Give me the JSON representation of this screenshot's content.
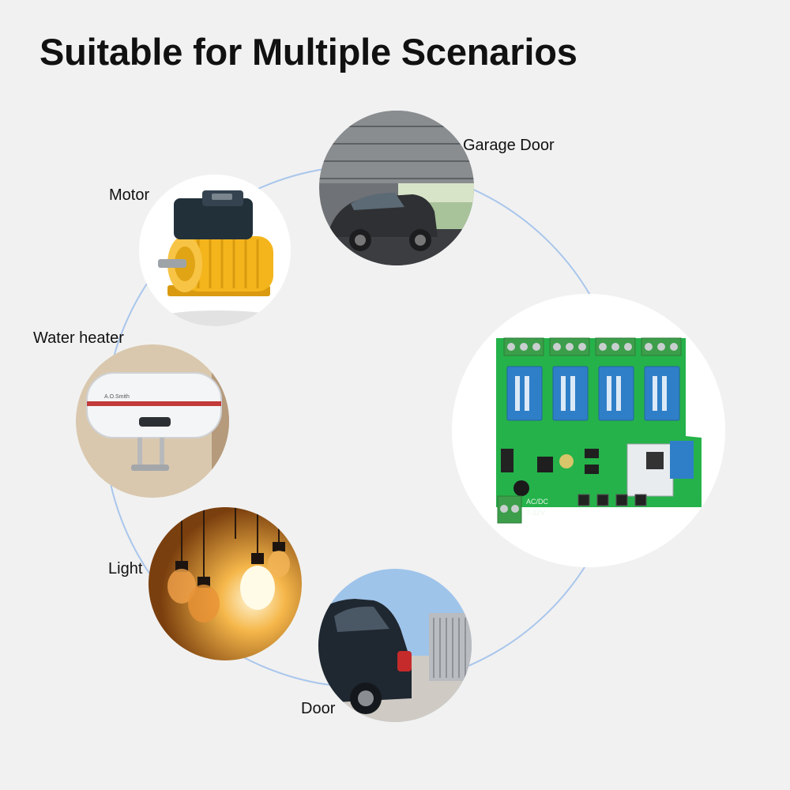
{
  "title": "Suitable for Multiple Scenarios",
  "scenarios": {
    "motor": {
      "label": "Motor",
      "icon": "motor-icon"
    },
    "garage_door": {
      "label": "Garage Door",
      "icon": "garage-door-icon"
    },
    "water_heater": {
      "label": "Water heater",
      "icon": "water-heater-icon"
    },
    "light": {
      "label": "Light",
      "icon": "light-bulb-icon"
    },
    "door": {
      "label": "Door",
      "icon": "door-gate-icon"
    }
  },
  "board": {
    "label_acdc": "AC/DC",
    "label_voltage": "7-32V",
    "icon": "relay-board-icon"
  },
  "colors": {
    "background": "#f1f1f1",
    "ring": "#a9c6ec",
    "pcb": "#25b24a",
    "relay": "#2f7fc8",
    "terminal": "#3c9e4a",
    "motor": "#f4b51c"
  }
}
